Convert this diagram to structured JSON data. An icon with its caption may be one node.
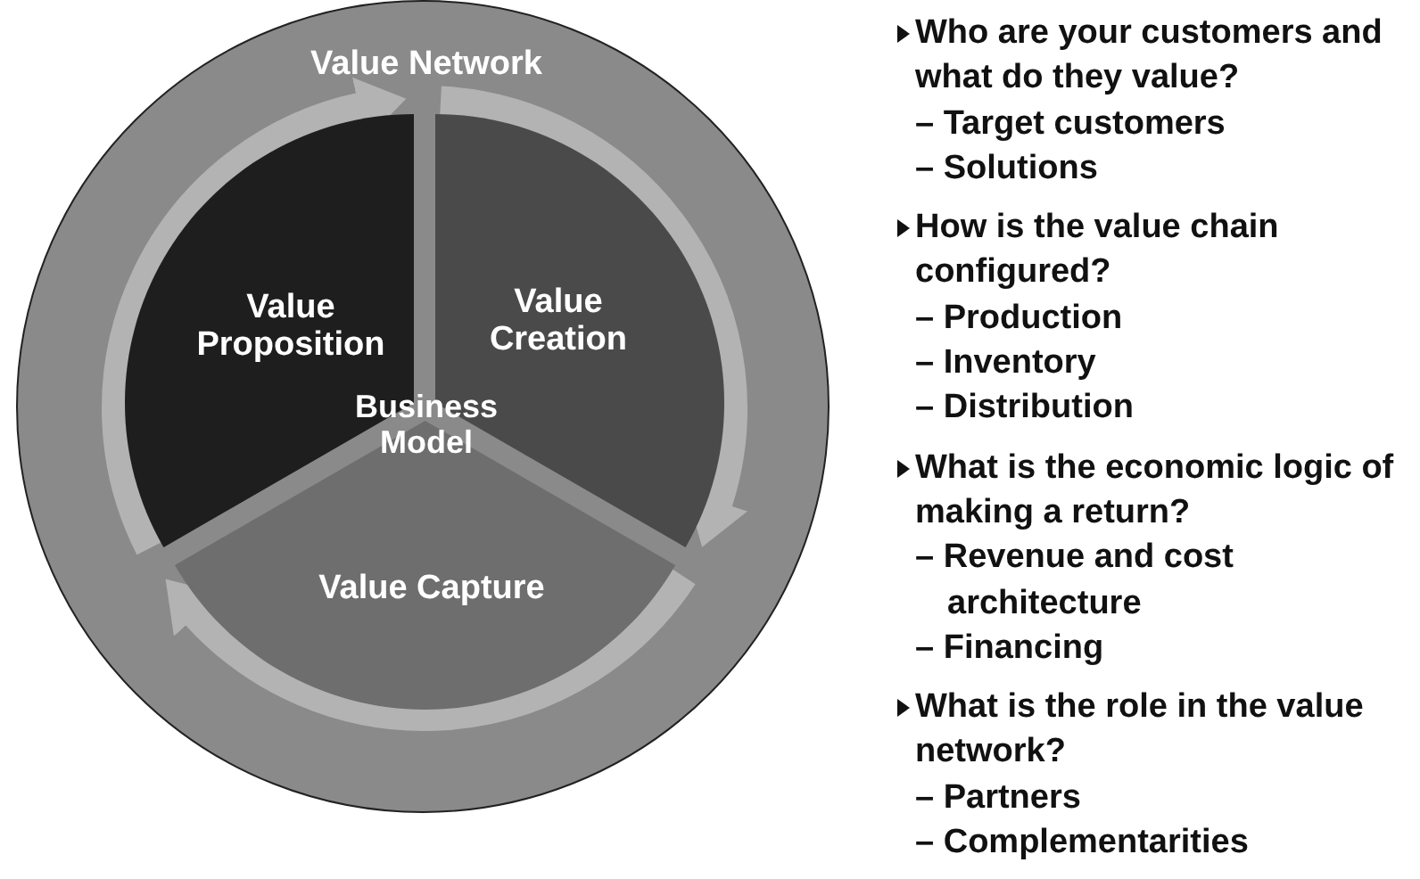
{
  "diagram": {
    "nodes": [
      {
        "text": [
          "Value Network"
        ]
      },
      {
        "text": [
          "Value Proposition"
        ],
        "in": 0
      },
      {
        "text": [
          "Value Creation"
        ],
        "in": 0
      },
      {
        "text": [
          "Value Capture"
        ],
        "in": 0
      }
    ],
    "edges": [
      {
        "from": 1,
        "to": 2,
        "arrow": "to"
      },
      {
        "from": 2,
        "to": 3,
        "arrow": "to"
      },
      {
        "from": 3,
        "to": 1,
        "arrow": "to"
      }
    ],
    "labels": [
      "Business Model",
      "Who are your customers and what do they value?",
      "– Target customers",
      "– Solutions",
      "How is the value chain configured?",
      "– Production",
      "– Inventory",
      "– Distribution",
      "What is the economic logic of making a return?",
      "– Revenue and cost architecture",
      "– Financing",
      "What is the role in the value network?",
      "– Partners",
      "– Complementarities"
    ]
  }
}
